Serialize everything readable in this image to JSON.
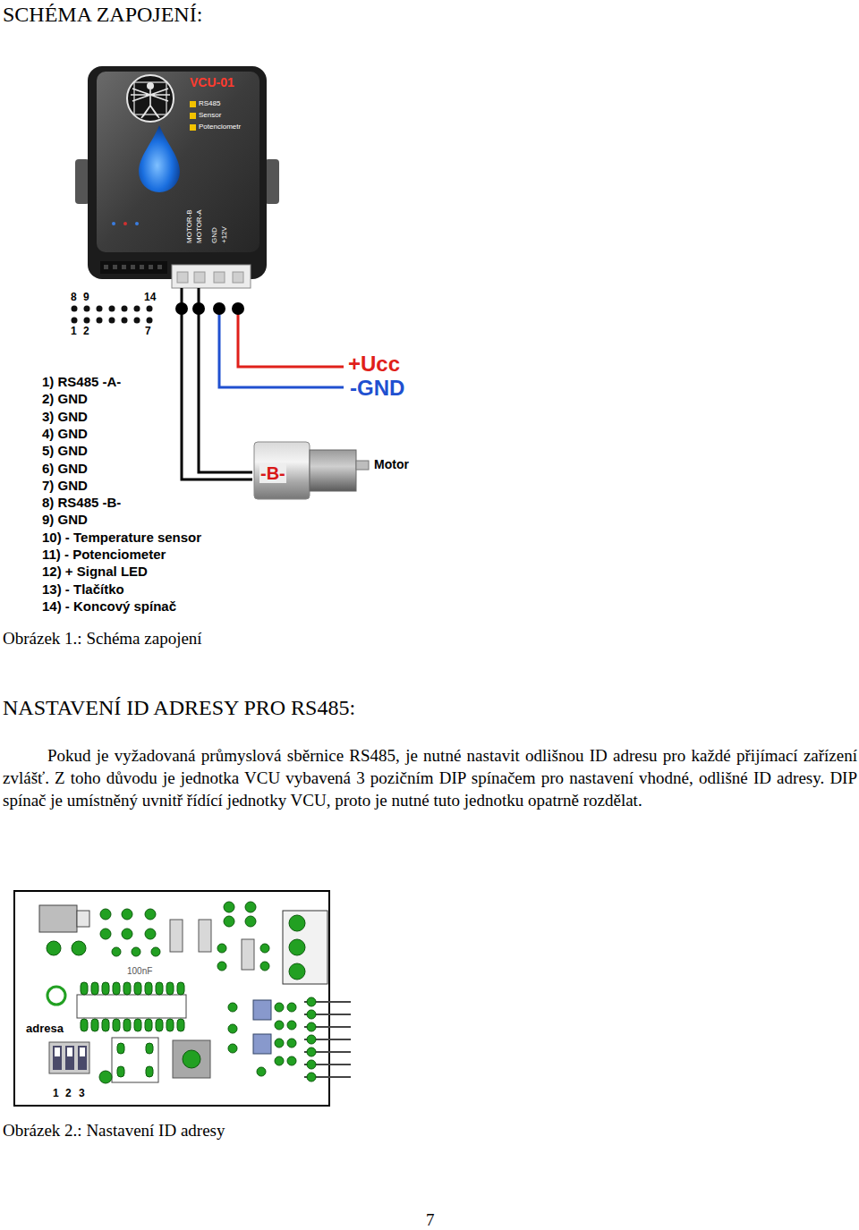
{
  "diagram": {
    "title": "SCHÉMA ZAPOJENÍ:",
    "caption": "Obrázek 1.: Schéma zapojení",
    "nodes": [
      {
        "text": [
          "VCU-01",
          "RS485",
          "Sensor",
          "Potenciometr",
          "MOTOR-B",
          "MOTOR-A",
          "GND",
          "+12V"
        ]
      },
      {
        "text": [
          "Motor",
          "-B-"
        ]
      }
    ],
    "edges": [
      {
        "from": 0,
        "to": 1,
        "arrow": "none"
      },
      {
        "from": 0,
        "to": 1,
        "arrow": "none"
      }
    ],
    "labels": [
      "8",
      "9",
      "14",
      "1",
      "2",
      "7",
      "+Ucc",
      "-GND",
      "1) RS485 -A-",
      "2) GND",
      "3) GND",
      "4) GND",
      "5) GND",
      "6) GND",
      "7) GND",
      "8) RS485 -B-",
      "9) GND",
      "10) - Temperature sensor",
      "11) - Potenciometer",
      "12) + Signal LED",
      "13) - Tlačítko",
      "14) - Koncový spínač",
      "NASTAVENÍ ID ADRESY PRO RS485:",
      "Pokud je vyžadovaná průmyslová sběrnice RS485, je nutné nastavit odlišnou ID adresu pro každé přijímací zařízení zvlášť. Z toho důvodu je jednotka VCU vybavená 3 pozičním DIP spínačem pro nastavení vhodné, odlišné ID adresy. DIP spínač je umístněný uvnitř řídící jednotky VCU, proto je nutné tuto jednotku opatrně rozdělat.",
      "100nF",
      "adresa",
      "1",
      "2",
      "3",
      "Obrázek 2.: Nastavení ID adresy",
      "7"
    ]
  }
}
